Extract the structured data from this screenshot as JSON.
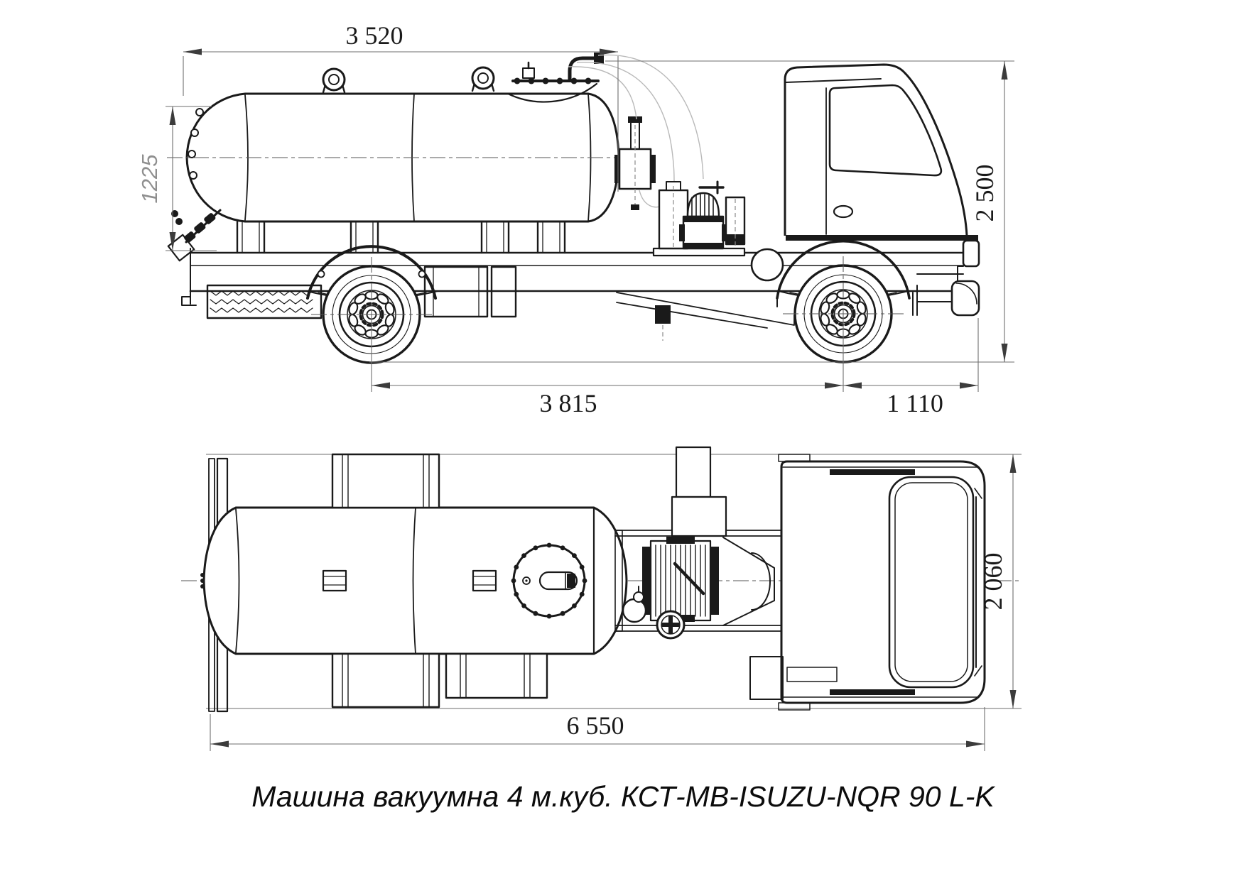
{
  "drawing": {
    "caption": "Машина вакуумна 4 м.куб. КСТ-МВ-ISUZU-NQR 90 L-K",
    "dimensions": {
      "tank_length": "3 520",
      "tank_diameter": "1225",
      "overall_height": "2 500",
      "wheelbase": "3 815",
      "front_overhang": "1 110",
      "cab_width": "2 060",
      "overall_length": "6 550"
    },
    "colors": {
      "line": "#1a1a1a",
      "dim": "#6e6e6e",
      "dim_text": "#1a1a1a",
      "diameter_text": "#8f8f8f",
      "background": "#ffffff"
    }
  }
}
